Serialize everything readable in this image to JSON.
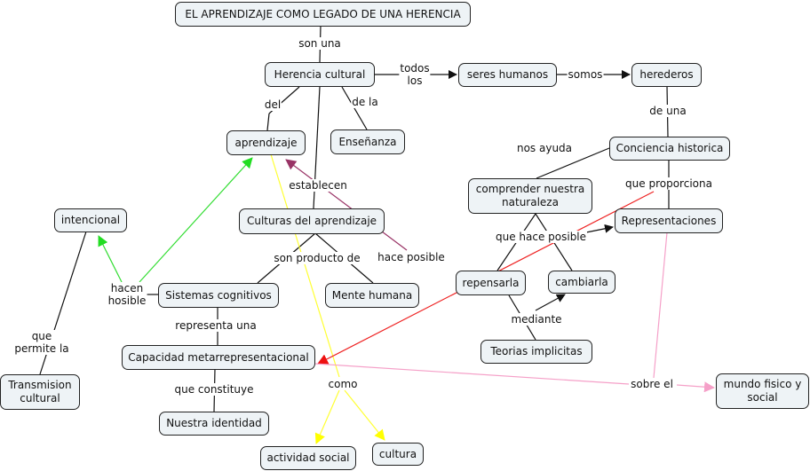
{
  "title": "EL APRENDIZAJE COMO LEGADO DE UNA HERENCIA",
  "colors": {
    "node_fill": "#eef3f6",
    "node_border": "#222222",
    "link_default": "#111111",
    "link_green": "#33dd33",
    "link_yellow": "#ffff33",
    "link_purple": "#993366",
    "link_red": "#ee2222",
    "link_pink": "#f5a0c8"
  },
  "nodes": {
    "title": "EL APRENDIZAJE COMO LEGADO DE UNA HERENCIA",
    "herencia": "Herencia cultural",
    "seres": "seres humanos",
    "herederos": "herederos",
    "aprendizaje": "aprendizaje",
    "ensenanza": "Enseñanza",
    "conciencia": "Conciencia historica",
    "comprender": "comprender nuestra\nnaturaleza",
    "representaciones": "Representaciones",
    "intencional": "intencional",
    "culturas": "Culturas del aprendizaje",
    "sistemas": "Sistemas cognitivos",
    "mente": "Mente humana",
    "repensarla": "repensarla",
    "cambiarla": "cambiarla",
    "capacidad": "Capacidad metarrepresentacional",
    "teorias": "Teorias implicitas",
    "transmision": "Transmision\ncultural",
    "mundo": "mundo fisico y\nsocial",
    "identidad": "Nuestra identidad",
    "actividad": "actividad social",
    "cultura": "cultura"
  },
  "link_labels": {
    "son_una": "son una",
    "todos_los": "todos\nlos",
    "somos": "somos",
    "del": "del",
    "de_la": "de la",
    "de_una": "de una",
    "nos_ayuda": "nos ayuda",
    "que_proporciona": "que proporciona",
    "establecen": "establecen",
    "que_hace_posible": "que hace posible",
    "son_producto_de": "son producto de",
    "hace_posible": "hace posible",
    "hacen_hosible": "hacen\nhosible",
    "representa_una": "representa una",
    "que_permite_la": "que\npermite la",
    "mediante": "mediante",
    "que_constituye": "que constituye",
    "como": "como",
    "sobre_el": "sobre el"
  }
}
